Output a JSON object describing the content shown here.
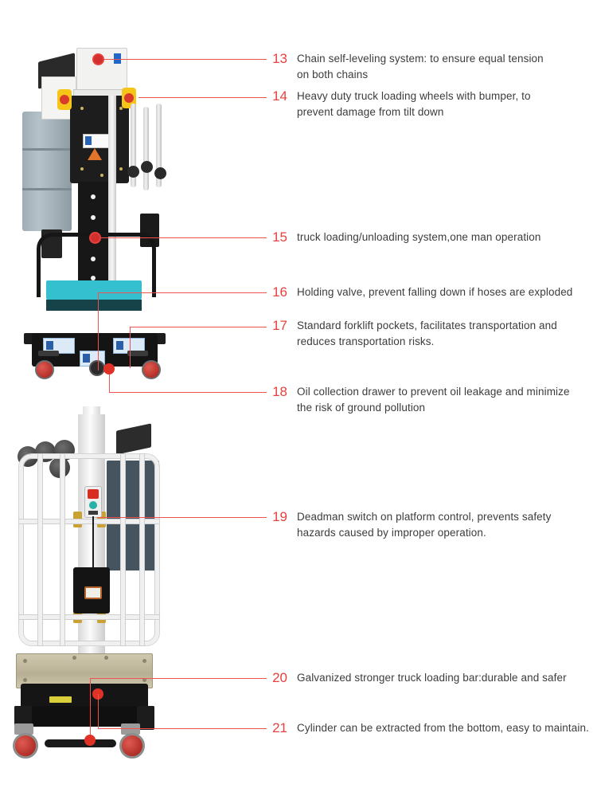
{
  "page": {
    "background": "#ffffff",
    "accent_red": "#e8403d",
    "leader_line_color": "#ef5350",
    "text_color": "#3c3c3c"
  },
  "callouts": [
    {
      "number": "13",
      "text": "Chain self-leveling system: to ensure equal tension\non both chains",
      "marker": "dot-ring",
      "target": "chain-self-leveling-system"
    },
    {
      "number": "14",
      "text": "Heavy duty truck loading wheels with bumper, to\nprevent damage from tilt down",
      "marker": "yellow-wheel",
      "target": "truck-loading-wheel"
    },
    {
      "number": "15",
      "text": "truck loading/unloading system,one man operation",
      "marker": "dot-ring",
      "target": "truck-loading-unloading-system"
    },
    {
      "number": "16",
      "text": "Holding valve, prevent falling down if hoses are exploded",
      "marker": "elbow",
      "target": "holding-valve"
    },
    {
      "number": "17",
      "text": "Standard forklift pockets, facilitates transportation and\nreduces transportation risks.",
      "marker": "elbow",
      "target": "forklift-pocket"
    },
    {
      "number": "18",
      "text": "Oil collection drawer to prevent oil leakage and minimize\nthe risk of ground pollution",
      "marker": "dot-solid",
      "target": "oil-collection-drawer"
    },
    {
      "number": "19",
      "text": "Deadman switch on platform control, prevents safety\nhazards caused by improper operation.",
      "marker": "line",
      "target": "platform-control-box"
    },
    {
      "number": "20",
      "text": "Galvanized stronger truck loading bar:durable and safer",
      "marker": "elbow",
      "target": "galvanized-truck-loading-bar"
    },
    {
      "number": "21",
      "text": "Cylinder can be extracted from the bottom, easy to maintain.",
      "marker": "dot-solid",
      "target": "bottom-cylinder"
    }
  ],
  "machines": [
    {
      "id": "machine-top",
      "name": "aerial-work-platform-top-view",
      "parts": [
        "hydraulic-tank",
        "mast-assembly",
        "yellow-truck-loading-wheels",
        "warning-triangle-decal",
        "teal-platform",
        "forklift-pockets",
        "oil-collection-drawer",
        "red-casters",
        "push-handle"
      ]
    },
    {
      "id": "machine-bottom",
      "name": "aerial-work-platform-with-guardrail",
      "parts": [
        "white-guardrail-cage",
        "white-mast",
        "platform-control-box",
        "emergency-stop-button",
        "galvanized-loading-bar",
        "black-chassis",
        "red-casters",
        "loading-bar",
        "stacked-tires"
      ]
    }
  ]
}
